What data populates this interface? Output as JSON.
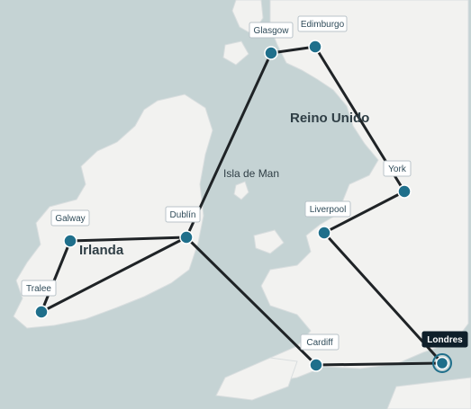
{
  "map": {
    "colors": {
      "sea": "#c5d3d4",
      "land": "#f2f2f0",
      "coast": "#d9dedf",
      "route": "#1f2326",
      "marker": "#1f6f8b",
      "selected_label": "#0f1f2a"
    },
    "regions": [
      {
        "id": "reino-unido",
        "label": "Reino Unido"
      },
      {
        "id": "irlanda",
        "label": "Irlanda"
      },
      {
        "id": "isla-de-man",
        "label": "Isla de Man"
      }
    ],
    "cities": [
      {
        "id": "glasgow",
        "label": "Glasgow"
      },
      {
        "id": "edimburgo",
        "label": "Edimburgo"
      },
      {
        "id": "york",
        "label": "York"
      },
      {
        "id": "liverpool",
        "label": "Liverpool"
      },
      {
        "id": "dublin",
        "label": "Dublín"
      },
      {
        "id": "galway",
        "label": "Galway"
      },
      {
        "id": "tralee",
        "label": "Tralee"
      },
      {
        "id": "cardiff",
        "label": "Cardiff"
      },
      {
        "id": "londres",
        "label": "Londres",
        "selected": true
      }
    ],
    "routes": [
      [
        "glasgow",
        "edimburgo"
      ],
      [
        "edimburgo",
        "york"
      ],
      [
        "york",
        "liverpool"
      ],
      [
        "liverpool",
        "londres"
      ],
      [
        "londres",
        "cardiff"
      ],
      [
        "cardiff",
        "dublin"
      ],
      [
        "dublin",
        "glasgow"
      ],
      [
        "dublin",
        "galway"
      ],
      [
        "galway",
        "tralee"
      ],
      [
        "tralee",
        "dublin"
      ]
    ]
  }
}
